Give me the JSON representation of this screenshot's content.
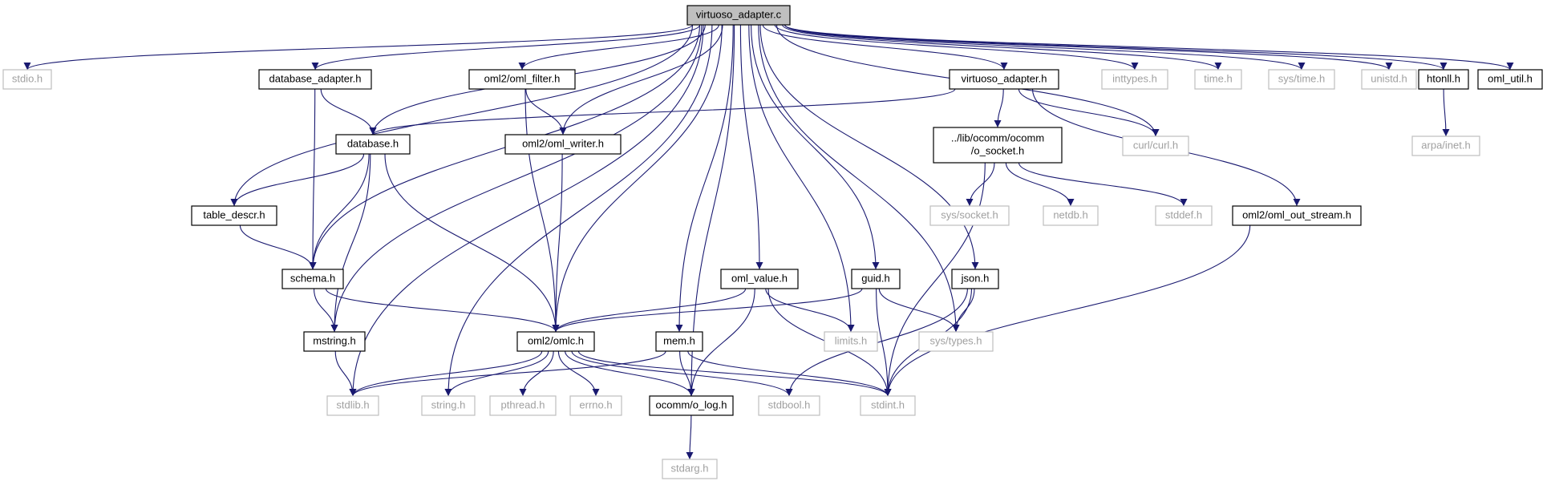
{
  "graph": {
    "nodes": [
      {
        "id": "virtuoso_adapter_c",
        "label": "virtuoso_adapter.c",
        "kind": "root"
      },
      {
        "id": "stdio_h",
        "label": "stdio.h",
        "kind": "system"
      },
      {
        "id": "database_adapter_h",
        "label": "database_adapter.h",
        "kind": "local"
      },
      {
        "id": "oml_filter_h",
        "label": "oml2/oml_filter.h",
        "kind": "local"
      },
      {
        "id": "virtuoso_adapter_h",
        "label": "virtuoso_adapter.h",
        "kind": "local"
      },
      {
        "id": "inttypes_h",
        "label": "inttypes.h",
        "kind": "system"
      },
      {
        "id": "time_h",
        "label": "time.h",
        "kind": "system"
      },
      {
        "id": "sys_time_h",
        "label": "sys/time.h",
        "kind": "system"
      },
      {
        "id": "unistd_h",
        "label": "unistd.h",
        "kind": "system"
      },
      {
        "id": "htonll_h",
        "label": "htonll.h",
        "kind": "local"
      },
      {
        "id": "oml_util_h",
        "label": "oml_util.h",
        "kind": "local"
      },
      {
        "id": "database_h",
        "label": "database.h",
        "kind": "local"
      },
      {
        "id": "oml_writer_h",
        "label": "oml2/oml_writer.h",
        "kind": "local"
      },
      {
        "id": "o_socket_h",
        "label": "../lib/ocomm/ocomm\n/o_socket.h",
        "kind": "local"
      },
      {
        "id": "curl_h",
        "label": "curl/curl.h",
        "kind": "system"
      },
      {
        "id": "arpa_inet_h",
        "label": "arpa/inet.h",
        "kind": "system"
      },
      {
        "id": "table_descr_h",
        "label": "table_descr.h",
        "kind": "local"
      },
      {
        "id": "sys_socket_h",
        "label": "sys/socket.h",
        "kind": "system"
      },
      {
        "id": "netdb_h",
        "label": "netdb.h",
        "kind": "system"
      },
      {
        "id": "stddef_h",
        "label": "stddef.h",
        "kind": "system"
      },
      {
        "id": "oml_out_stream_h",
        "label": "oml2/oml_out_stream.h",
        "kind": "local"
      },
      {
        "id": "oml_value_h",
        "label": "oml_value.h",
        "kind": "local"
      },
      {
        "id": "guid_h",
        "label": "guid.h",
        "kind": "local"
      },
      {
        "id": "json_h",
        "label": "json.h",
        "kind": "local"
      },
      {
        "id": "schema_h",
        "label": "schema.h",
        "kind": "local"
      },
      {
        "id": "mstring_h",
        "label": "mstring.h",
        "kind": "local"
      },
      {
        "id": "omlc_h",
        "label": "oml2/omlc.h",
        "kind": "local"
      },
      {
        "id": "mem_h",
        "label": "mem.h",
        "kind": "local"
      },
      {
        "id": "limits_h",
        "label": "limits.h",
        "kind": "system"
      },
      {
        "id": "sys_types_h",
        "label": "sys/types.h",
        "kind": "system"
      },
      {
        "id": "stdlib_h",
        "label": "stdlib.h",
        "kind": "system"
      },
      {
        "id": "string_h",
        "label": "string.h",
        "kind": "system"
      },
      {
        "id": "pthread_h",
        "label": "pthread.h",
        "kind": "system"
      },
      {
        "id": "errno_h",
        "label": "errno.h",
        "kind": "system"
      },
      {
        "id": "o_log_h",
        "label": "ocomm/o_log.h",
        "kind": "local"
      },
      {
        "id": "stdbool_h",
        "label": "stdbool.h",
        "kind": "system"
      },
      {
        "id": "stdint_h",
        "label": "stdint.h",
        "kind": "system"
      },
      {
        "id": "stdarg_h",
        "label": "stdarg.h",
        "kind": "system"
      }
    ],
    "edges": [
      [
        "virtuoso_adapter_c",
        "stdio_h"
      ],
      [
        "virtuoso_adapter_c",
        "database_adapter_h"
      ],
      [
        "virtuoso_adapter_c",
        "oml_filter_h"
      ],
      [
        "virtuoso_adapter_c",
        "virtuoso_adapter_h"
      ],
      [
        "virtuoso_adapter_c",
        "inttypes_h"
      ],
      [
        "virtuoso_adapter_c",
        "time_h"
      ],
      [
        "virtuoso_adapter_c",
        "sys_time_h"
      ],
      [
        "virtuoso_adapter_c",
        "unistd_h"
      ],
      [
        "virtuoso_adapter_c",
        "htonll_h"
      ],
      [
        "virtuoso_adapter_c",
        "oml_util_h"
      ],
      [
        "virtuoso_adapter_c",
        "database_h"
      ],
      [
        "virtuoso_adapter_c",
        "oml_writer_h"
      ],
      [
        "virtuoso_adapter_c",
        "curl_h"
      ],
      [
        "virtuoso_adapter_c",
        "table_descr_h"
      ],
      [
        "virtuoso_adapter_c",
        "schema_h"
      ],
      [
        "virtuoso_adapter_c",
        "mstring_h"
      ],
      [
        "virtuoso_adapter_c",
        "stdlib_h"
      ],
      [
        "virtuoso_adapter_c",
        "string_h"
      ],
      [
        "virtuoso_adapter_c",
        "omlc_h"
      ],
      [
        "virtuoso_adapter_c",
        "o_log_h"
      ],
      [
        "virtuoso_adapter_c",
        "mem_h"
      ],
      [
        "virtuoso_adapter_c",
        "oml_value_h"
      ],
      [
        "virtuoso_adapter_c",
        "limits_h"
      ],
      [
        "virtuoso_adapter_c",
        "guid_h"
      ],
      [
        "virtuoso_adapter_c",
        "sys_types_h"
      ],
      [
        "virtuoso_adapter_c",
        "json_h"
      ],
      [
        "database_adapter_h",
        "database_h"
      ],
      [
        "database_adapter_h",
        "schema_h"
      ],
      [
        "oml_filter_h",
        "oml_writer_h"
      ],
      [
        "oml_filter_h",
        "omlc_h"
      ],
      [
        "virtuoso_adapter_h",
        "database_h"
      ],
      [
        "virtuoso_adapter_h",
        "o_socket_h"
      ],
      [
        "virtuoso_adapter_h",
        "curl_h"
      ],
      [
        "virtuoso_adapter_h",
        "oml_out_stream_h"
      ],
      [
        "htonll_h",
        "arpa_inet_h"
      ],
      [
        "database_h",
        "table_descr_h"
      ],
      [
        "database_h",
        "schema_h"
      ],
      [
        "database_h",
        "mstring_h"
      ],
      [
        "database_h",
        "omlc_h"
      ],
      [
        "oml_writer_h",
        "omlc_h"
      ],
      [
        "o_socket_h",
        "sys_socket_h"
      ],
      [
        "o_socket_h",
        "netdb_h"
      ],
      [
        "o_socket_h",
        "stddef_h"
      ],
      [
        "o_socket_h",
        "stdint_h"
      ],
      [
        "oml_out_stream_h",
        "stdint_h"
      ],
      [
        "table_descr_h",
        "schema_h"
      ],
      [
        "schema_h",
        "mstring_h"
      ],
      [
        "schema_h",
        "omlc_h"
      ],
      [
        "mstring_h",
        "stdlib_h"
      ],
      [
        "oml_value_h",
        "omlc_h"
      ],
      [
        "oml_value_h",
        "limits_h"
      ],
      [
        "oml_value_h",
        "o_log_h"
      ],
      [
        "oml_value_h",
        "stdint_h"
      ],
      [
        "guid_h",
        "omlc_h"
      ],
      [
        "guid_h",
        "sys_types_h"
      ],
      [
        "guid_h",
        "stdint_h"
      ],
      [
        "json_h",
        "sys_types_h"
      ],
      [
        "json_h",
        "stdbool_h"
      ],
      [
        "json_h",
        "stdint_h"
      ],
      [
        "omlc_h",
        "stdlib_h"
      ],
      [
        "omlc_h",
        "string_h"
      ],
      [
        "omlc_h",
        "pthread_h"
      ],
      [
        "omlc_h",
        "errno_h"
      ],
      [
        "omlc_h",
        "o_log_h"
      ],
      [
        "omlc_h",
        "stdbool_h"
      ],
      [
        "omlc_h",
        "stdint_h"
      ],
      [
        "mem_h",
        "stdlib_h"
      ],
      [
        "mem_h",
        "o_log_h"
      ],
      [
        "mem_h",
        "stdint_h"
      ],
      [
        "o_log_h",
        "stdarg_h"
      ]
    ]
  }
}
